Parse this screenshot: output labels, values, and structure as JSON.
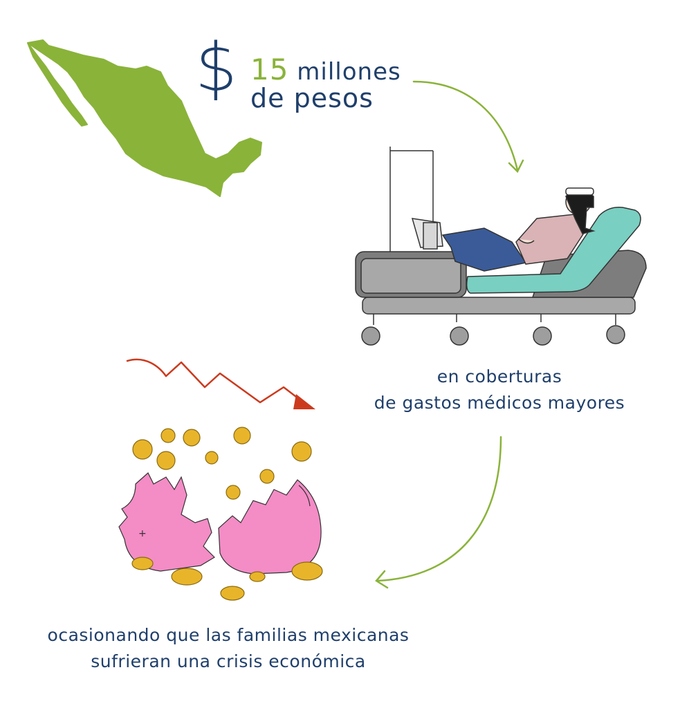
{
  "headline": {
    "currency_symbol": "$",
    "amount": "15",
    "amount_word": "millones",
    "unit": "de pesos"
  },
  "caption_coverage": {
    "line1": "en coberturas",
    "line2": "de gastos médicos mayores"
  },
  "caption_crisis": {
    "line1": "ocasionando que las familias mexicanas",
    "line2": "sufrieran una crisis económica"
  },
  "colors": {
    "green": "#8ab33a",
    "navy": "#1f3f6b",
    "pink": "#f07fbf",
    "gold": "#e8b52a",
    "red": "#cc3a1e",
    "teal": "#79cfc1",
    "gray": "#7d7d7d"
  },
  "icons": {
    "map": "mexico-map-icon",
    "bed": "hospital-bed-icon",
    "piggy": "broken-piggy-bank-icon",
    "trend": "down-trend-arrow-icon"
  }
}
